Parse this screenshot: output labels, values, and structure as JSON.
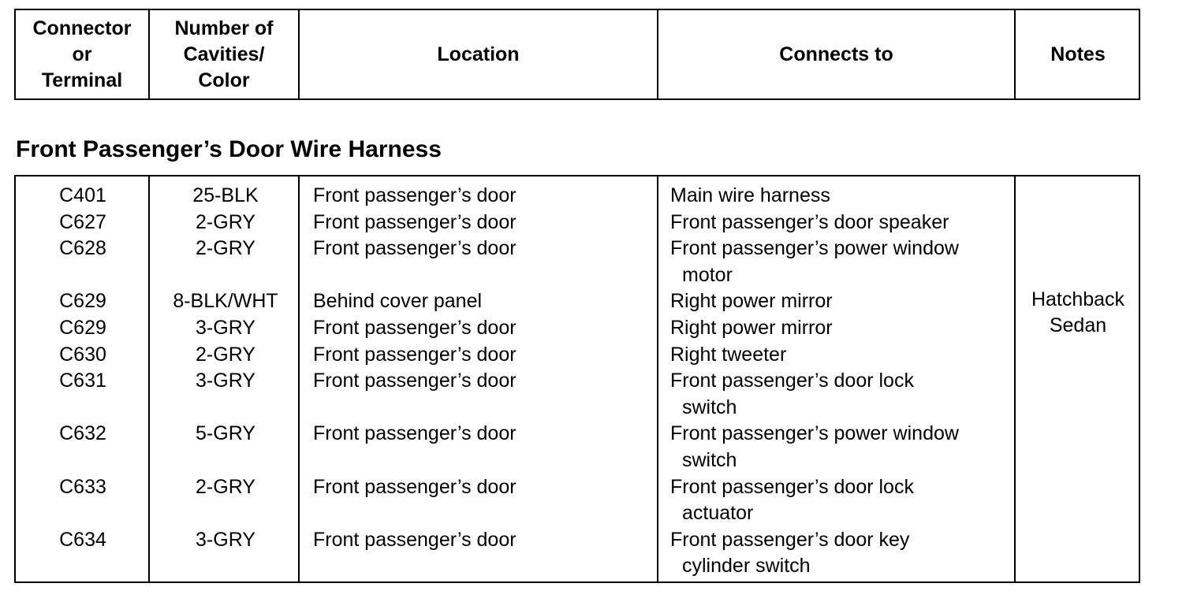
{
  "header": {
    "connector": "Connector\nor\nTerminal",
    "cavities": "Number of\nCavities/\nColor",
    "location": "Location",
    "connects_to": "Connects to",
    "notes": "Notes"
  },
  "section_title": "Front Passenger’s Door Wire Harness",
  "rows": [
    {
      "connector": "C401",
      "cavities": "25-BLK",
      "location": "Front passenger’s door",
      "connects_to": [
        "Main wire harness"
      ]
    },
    {
      "connector": "C627",
      "cavities": "2-GRY",
      "location": "Front passenger’s door",
      "connects_to": [
        "Front passenger’s door speaker"
      ]
    },
    {
      "connector": "C628",
      "cavities": "2-GRY",
      "location": "Front passenger’s door",
      "connects_to": [
        "Front passenger’s power window",
        "motor"
      ]
    },
    {
      "connector": "C629",
      "cavities": "8-BLK/WHT",
      "location": "Behind cover panel",
      "connects_to": [
        "Right power mirror"
      ]
    },
    {
      "connector": "C629",
      "cavities": "3-GRY",
      "location": "Front passenger’s door",
      "connects_to": [
        "Right power mirror"
      ]
    },
    {
      "connector": "C630",
      "cavities": "2-GRY",
      "location": "Front passenger’s door",
      "connects_to": [
        "Right tweeter"
      ]
    },
    {
      "connector": "C631",
      "cavities": "3-GRY",
      "location": "Front passenger’s door",
      "connects_to": [
        "Front passenger’s door lock",
        "switch"
      ]
    },
    {
      "connector": "C632",
      "cavities": "5-GRY",
      "location": "Front passenger’s door",
      "connects_to": [
        "Front passenger’s power window",
        "switch"
      ]
    },
    {
      "connector": "C633",
      "cavities": "2-GRY",
      "location": "Front passenger’s door",
      "connects_to": [
        "Front passenger’s door lock",
        "actuator"
      ]
    },
    {
      "connector": "C634",
      "cavities": "3-GRY",
      "location": "Front passenger’s door",
      "connects_to": [
        "Front passenger’s door key",
        "cylinder switch"
      ]
    }
  ],
  "notes": "Hatchback\nSedan"
}
